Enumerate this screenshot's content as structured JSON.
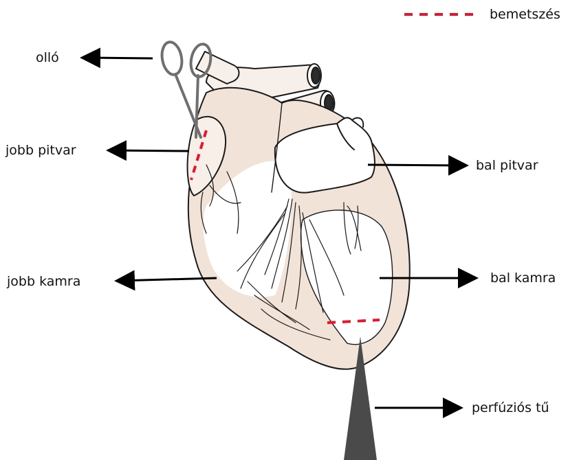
{
  "legend": {
    "label": "bemetszés",
    "line_color": "#e8142a"
  },
  "labels": {
    "scissors": "olló",
    "right_atrium": "jobb pitvar",
    "right_ventricle": "jobb kamra",
    "left_atrium": "bal pitvar",
    "left_ventricle": "bal kamra",
    "perfusion_needle": "perfúziós tű"
  },
  "colors": {
    "heart_fill": "#f2e3d8",
    "heart_highlight": "#ffffff",
    "outline": "#1a1a1a",
    "scissors": "#6f6f6f",
    "needle": "#4a4a4a",
    "arrow": "#000000",
    "incision": "#e8142a"
  },
  "icons": [
    "scissors-icon",
    "needle-icon",
    "heart-illustration"
  ]
}
